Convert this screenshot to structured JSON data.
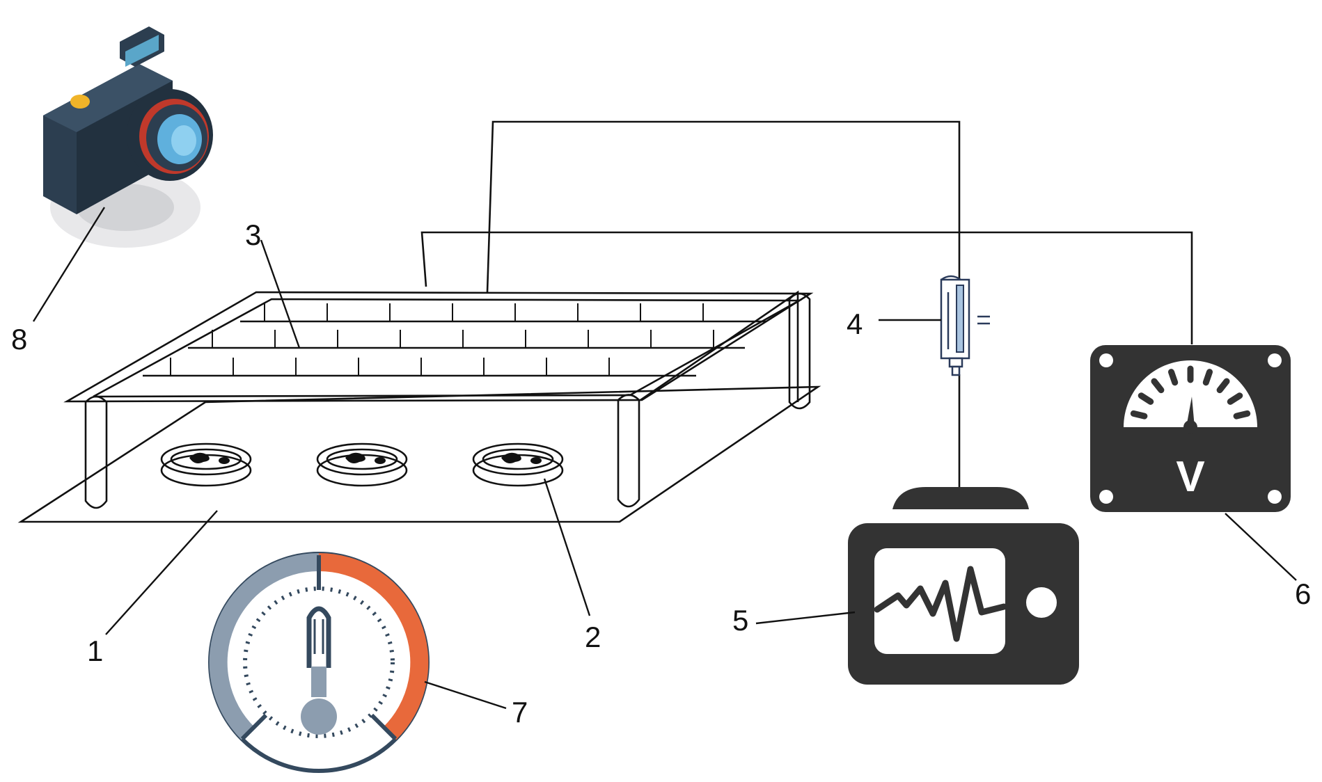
{
  "labels": {
    "tray": "1",
    "petri_dish": "2",
    "electrode_grid": "3",
    "connector": "4",
    "monitor": "5",
    "voltmeter": "6",
    "thermometer_gauge": "7",
    "camera": "8"
  },
  "voltmeter_unit": "V",
  "colors": {
    "dark": "#333333",
    "gauge_cool": "#8c9daf",
    "gauge_hot": "#e8693b",
    "camera_body": "#2c3e50",
    "camera_lens_ring": "#c0392b",
    "camera_lens": "#5fb0dd",
    "camera_flash": "#5aa6c9",
    "camera_button": "#f0b429"
  },
  "icons": [
    "camera-icon",
    "thermometer-icon",
    "monitor-waveform-icon",
    "voltmeter-icon",
    "connector-icon"
  ]
}
